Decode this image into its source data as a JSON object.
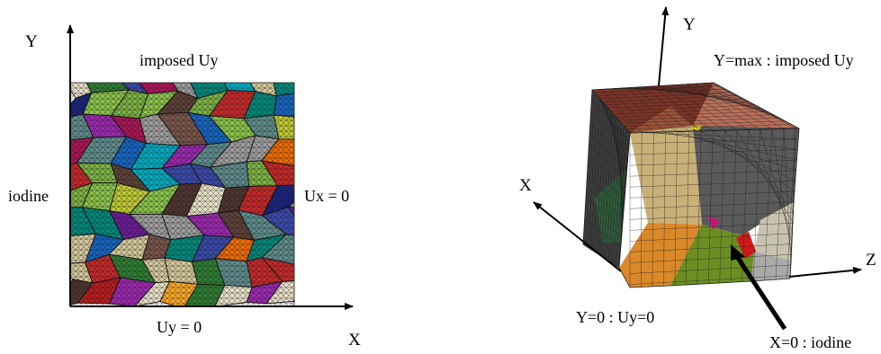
{
  "left_figure": {
    "axis_y_label": "Y",
    "axis_x_label": "X",
    "top_label": "imposed Uy",
    "left_label": "iodine",
    "right_label": "Ux = 0",
    "bottom_label": "Uy = 0"
  },
  "right_figure": {
    "axis_y_label": "Y",
    "axis_x_label": "X",
    "axis_z_label": "Z",
    "top_label": "Y=max : imposed Uy",
    "bottom_label": "Y=0 : Uy=0",
    "arrow_label": "X=0 : iodine"
  },
  "colors": {
    "grain_palette": [
      "#2e7d32",
      "#6a1b9a",
      "#c62828",
      "#1565c0",
      "#f9a825",
      "#00897b",
      "#ad1457",
      "#795548",
      "#9e9e9e",
      "#7cb342",
      "#4e342e",
      "#d4c89a",
      "#3949ab",
      "#ef6c00",
      "#5e8c8c",
      "#8e8e8e",
      "#b71c1c",
      "#00acc1",
      "#c0ca33",
      "#5d4037",
      "#e8e0c8",
      "#1a237e",
      "#8bc34a",
      "#9c27b0"
    ],
    "cube_top": "#8c3f2e",
    "cube_left": "#3d3d3d",
    "cube_front": "#c8b078",
    "cube_right": "#5a5a5a",
    "cube_bottom_left": "#d9882a",
    "cube_bottom_green": "#6b8e23",
    "cube_bottom_grey": "#a9a9a9"
  }
}
